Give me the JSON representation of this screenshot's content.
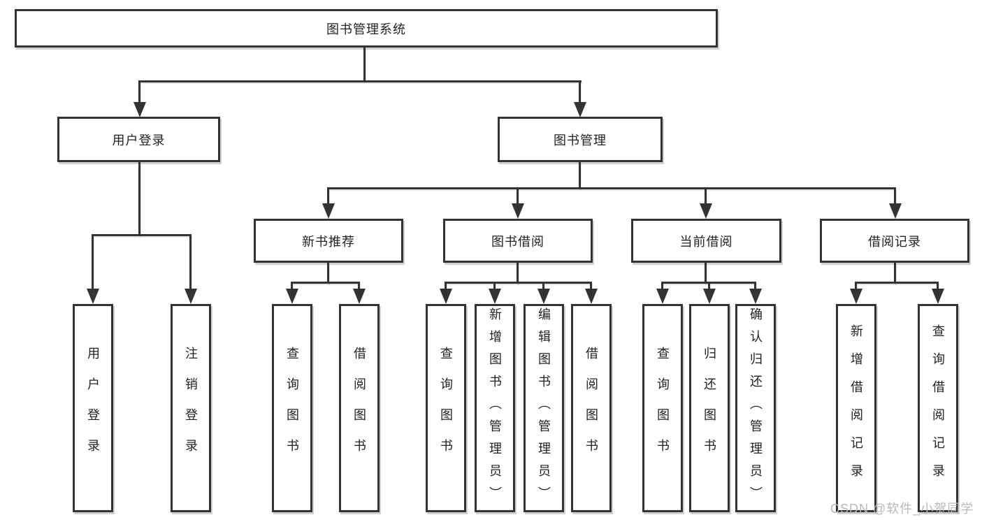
{
  "diagram": {
    "root": {
      "label": "图书管理系统"
    },
    "level2": [
      {
        "label": "用户登录"
      },
      {
        "label": "图书管理"
      }
    ],
    "level3": [
      {
        "label": "新书推荐"
      },
      {
        "label": "图书借阅"
      },
      {
        "label": "当前借阅"
      },
      {
        "label": "借阅记录"
      }
    ],
    "leaves": [
      {
        "label": "用户登录"
      },
      {
        "label": "注销登录"
      },
      {
        "label": "查询图书"
      },
      {
        "label": "借阅图书"
      },
      {
        "label": "查询图书"
      },
      {
        "label": "新增图书（管理员）"
      },
      {
        "label": "编辑图书（管理员）"
      },
      {
        "label": "借阅图书"
      },
      {
        "label": "查询图书"
      },
      {
        "label": "归还图书"
      },
      {
        "label": "确认归还（管理员）"
      },
      {
        "label": "新增借阅记录"
      },
      {
        "label": "查询借阅记录"
      }
    ],
    "watermark": "CSDN @软件_小贺同学",
    "colors": {
      "line": "#333333",
      "text": "#222222",
      "watermark": "#b9b9b9",
      "background": "#ffffff"
    }
  }
}
